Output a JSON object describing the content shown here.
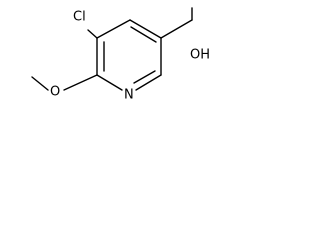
{
  "molecule": {
    "atoms": {
      "chlorine": "Cl",
      "nitrogen": "N",
      "hydroxyl": "OH"
    }
  }
}
